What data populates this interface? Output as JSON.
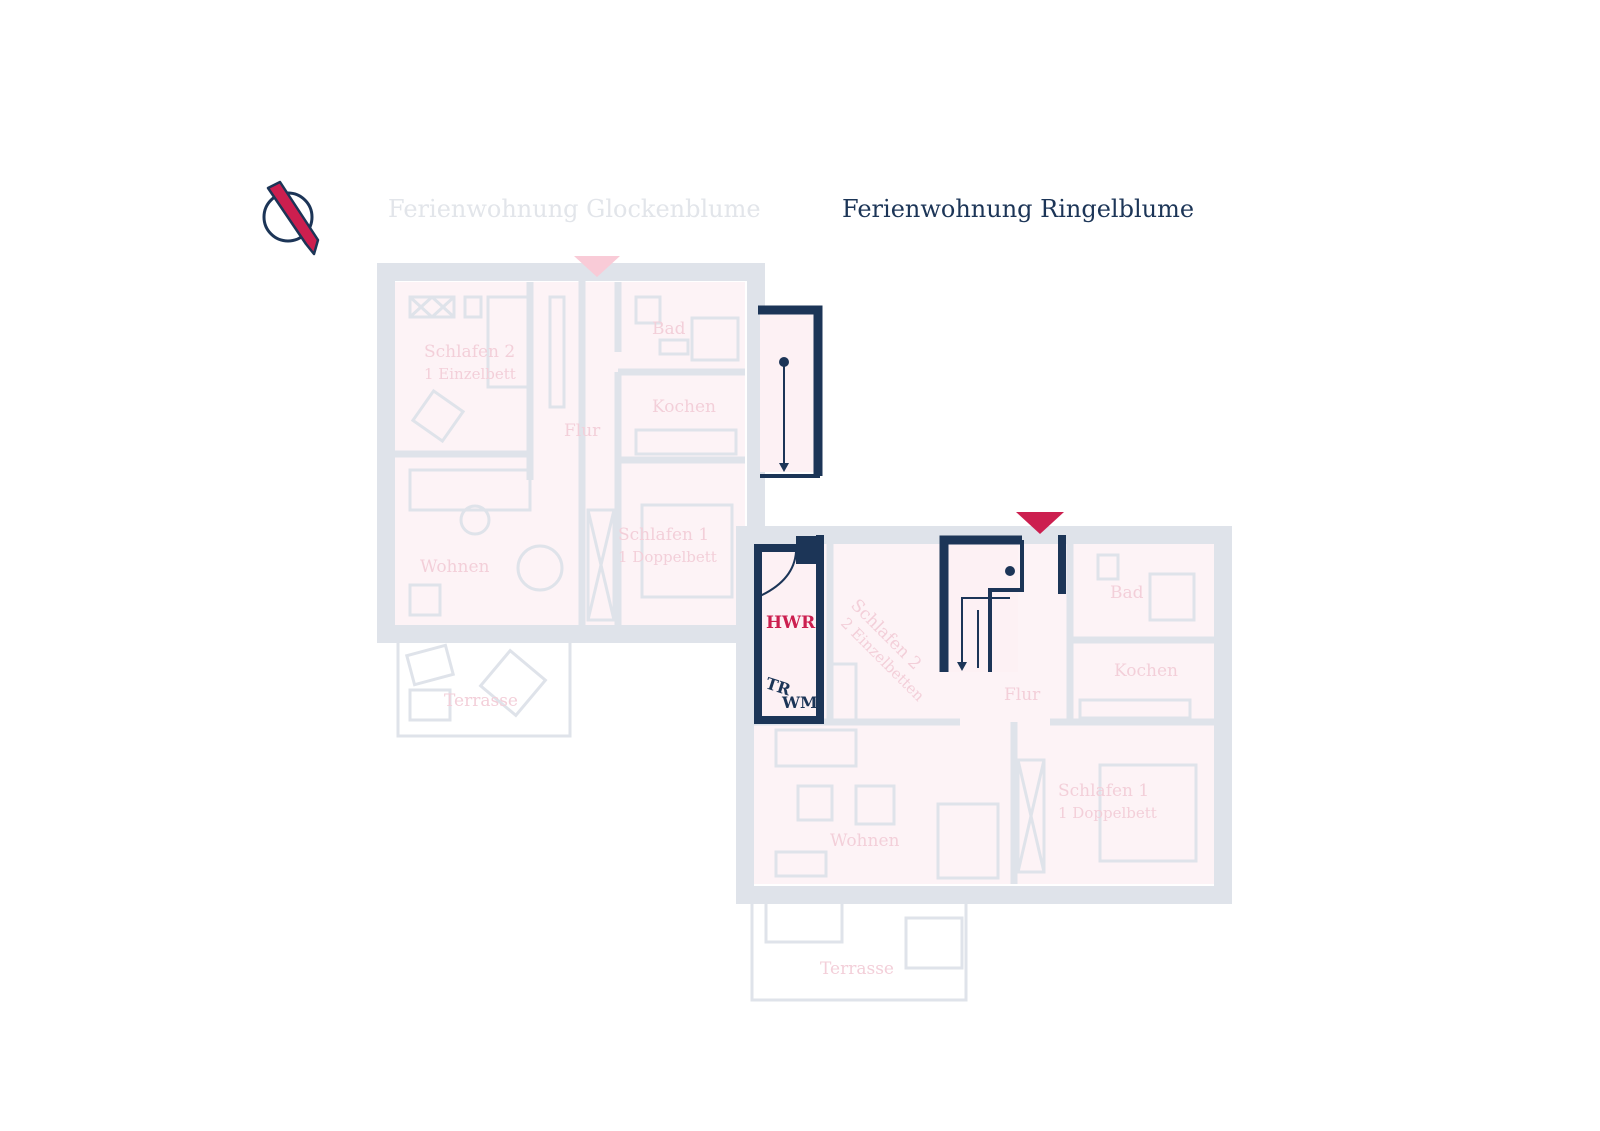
{
  "titles": {
    "left": "Ferienwohnung Glockenblume",
    "right": "Ferienwohnung Ringelblume"
  },
  "compass": {
    "icon": "north-arrow-icon"
  },
  "left_unit": {
    "schlafen2": "Schlafen 2",
    "schlafen2_bed": "1 Einzelbett",
    "bad": "Bad",
    "kochen": "Kochen",
    "flur": "Flur",
    "schlafen1": "Schlafen 1",
    "schlafen1_bed": "1 Doppelbett",
    "wohnen": "Wohnen",
    "terrasse": "Terrasse"
  },
  "right_unit": {
    "hwr": "HWR",
    "tr": "TR",
    "wm": "WM",
    "schlafen2": "Schlafen 2",
    "schlafen2_bed": "2 Einzelbetten",
    "flur": "Flur",
    "bad": "Bad",
    "kochen": "Kochen",
    "schlafen1": "Schlafen 1",
    "schlafen1_bed": "1 Doppelbett",
    "wohnen": "Wohnen",
    "terrasse": "Terrasse"
  },
  "colors": {
    "navy": "#1c3557",
    "crimson": "#cc1f4f",
    "wall_faded": "#dfe3ea",
    "room_fill": "#fdf1f4",
    "label_faded": "#f3cfd9",
    "title_faded": "#e2e5ea"
  }
}
